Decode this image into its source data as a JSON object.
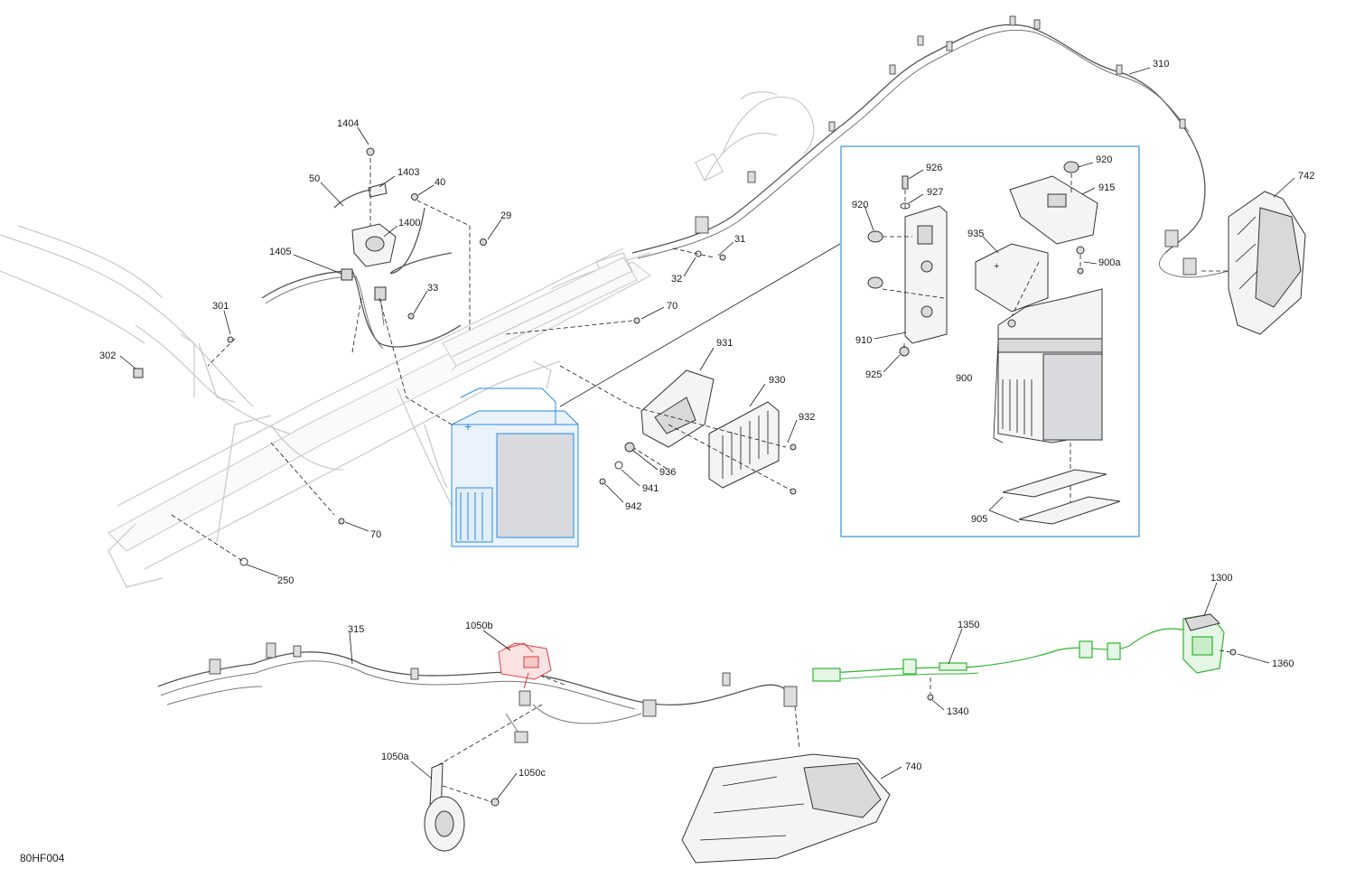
{
  "figure_code": "80HF004",
  "colors": {
    "highlight_battery": "#2a8ae6",
    "highlight_1050b": "#e23b3b",
    "highlight_harness": "#2fb52f",
    "detail_box": "#3a8fd6"
  },
  "callouts": [
    {
      "id": "c1404",
      "text": "1404"
    },
    {
      "id": "c1403",
      "text": "1403"
    },
    {
      "id": "c50",
      "text": "50"
    },
    {
      "id": "c40",
      "text": "40"
    },
    {
      "id": "c1400",
      "text": "1400"
    },
    {
      "id": "c29",
      "text": "29"
    },
    {
      "id": "c1405",
      "text": "1405"
    },
    {
      "id": "c33",
      "text": "33"
    },
    {
      "id": "c31",
      "text": "31"
    },
    {
      "id": "c32",
      "text": "32"
    },
    {
      "id": "c70a",
      "text": "70"
    },
    {
      "id": "c301",
      "text": "301"
    },
    {
      "id": "c302",
      "text": "302"
    },
    {
      "id": "c931",
      "text": "931"
    },
    {
      "id": "c930",
      "text": "930"
    },
    {
      "id": "c932",
      "text": "932"
    },
    {
      "id": "c936",
      "text": "936"
    },
    {
      "id": "c941",
      "text": "941"
    },
    {
      "id": "c942",
      "text": "942"
    },
    {
      "id": "c70b",
      "text": "70"
    },
    {
      "id": "c250",
      "text": "250"
    },
    {
      "id": "c310",
      "text": "310"
    },
    {
      "id": "c742",
      "text": "742"
    },
    {
      "id": "c926",
      "text": "926"
    },
    {
      "id": "c927",
      "text": "927"
    },
    {
      "id": "c920a",
      "text": "920"
    },
    {
      "id": "c920b",
      "text": "920"
    },
    {
      "id": "c915",
      "text": "915"
    },
    {
      "id": "c935",
      "text": "935"
    },
    {
      "id": "c900a",
      "text": "900a"
    },
    {
      "id": "c910",
      "text": "910"
    },
    {
      "id": "c925",
      "text": "925"
    },
    {
      "id": "c900",
      "text": "900"
    },
    {
      "id": "c905",
      "text": "905"
    },
    {
      "id": "c315",
      "text": "315"
    },
    {
      "id": "c1050b",
      "text": "1050b"
    },
    {
      "id": "c1350",
      "text": "1350"
    },
    {
      "id": "c1300",
      "text": "1300"
    },
    {
      "id": "c1360",
      "text": "1360"
    },
    {
      "id": "c1340",
      "text": "1340"
    },
    {
      "id": "c1050a",
      "text": "1050a"
    },
    {
      "id": "c1050c",
      "text": "1050c"
    },
    {
      "id": "c740",
      "text": "740"
    }
  ]
}
